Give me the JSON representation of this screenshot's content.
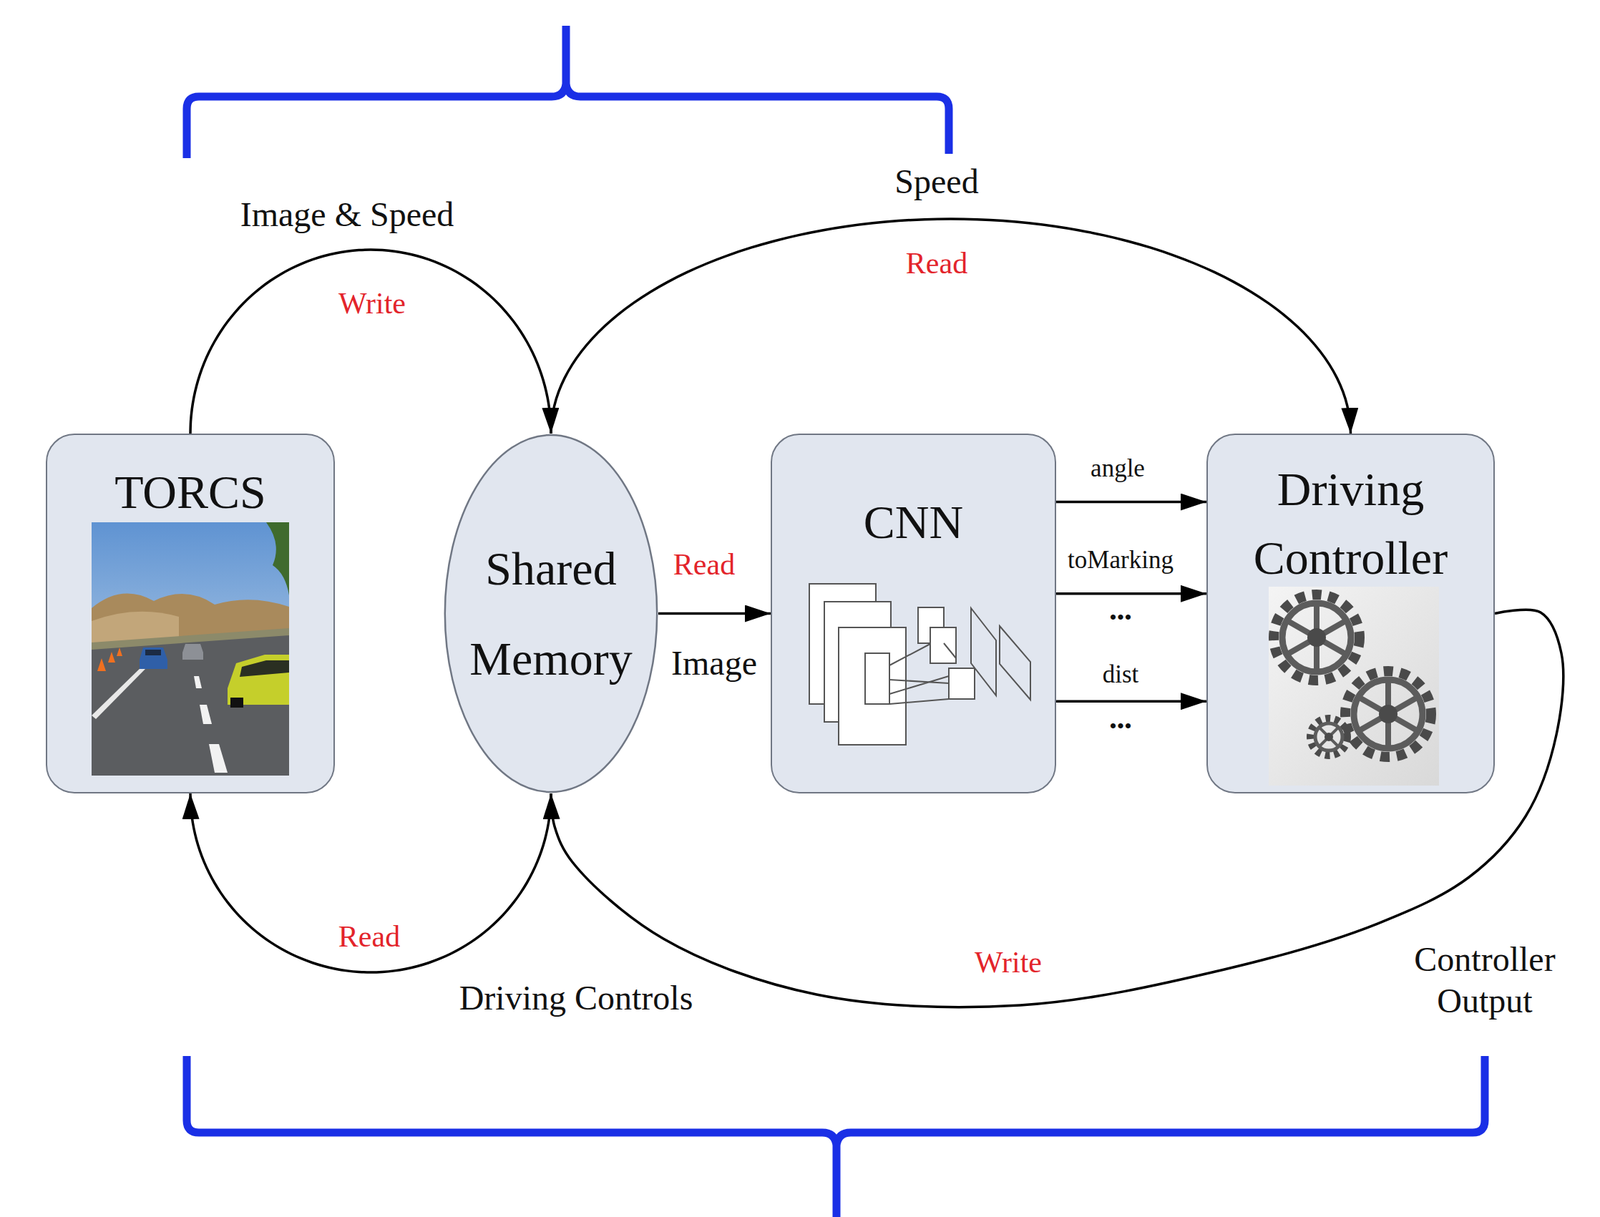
{
  "diagram": {
    "nodes": [
      {
        "text": [
          "TORCS"
        ]
      },
      {
        "text": [
          "Shared Memory"
        ]
      },
      {
        "text": [
          "CNN"
        ]
      },
      {
        "text": [
          "Driving Controller"
        ]
      }
    ],
    "edges": [
      {
        "from": 0,
        "to": 1,
        "arrow": "to",
        "label": "Image & Speed"
      },
      {
        "from": 1,
        "to": 3,
        "arrow": "to",
        "label": "Speed"
      },
      {
        "from": 1,
        "to": 2,
        "arrow": "to",
        "label": "Image"
      },
      {
        "from": 2,
        "to": 3,
        "arrow": "to",
        "label": "angle"
      },
      {
        "from": 2,
        "to": 3,
        "arrow": "to",
        "label": "toMarking"
      },
      {
        "from": 2,
        "to": 3,
        "arrow": "to",
        "label": "dist"
      },
      {
        "from": 3,
        "to": 1,
        "arrow": "to",
        "label": "Controller Output"
      },
      {
        "from": 1,
        "to": 0,
        "arrow": "to",
        "label": "Driving Controls"
      }
    ],
    "labels": [
      "Write",
      "Read",
      "Read",
      "Read",
      "Write",
      "•••",
      "•••"
    ]
  }
}
